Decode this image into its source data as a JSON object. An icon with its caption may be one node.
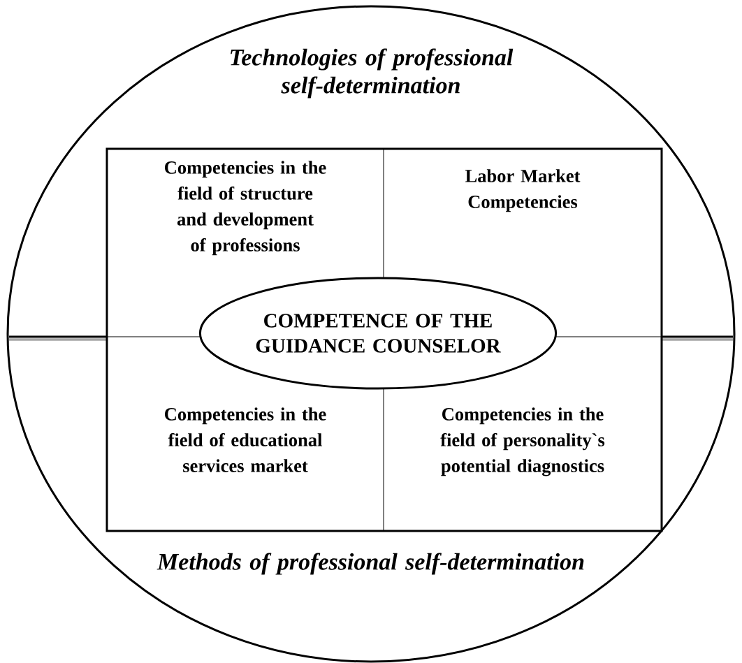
{
  "diagram": {
    "nodes": [
      {
        "text": [
          "Technologies of professional self-determination",
          "Methods of professional self-determination"
        ]
      },
      {
        "text": [
          "Competencies in the field of structure and development of professions"
        ],
        "in": 0
      },
      {
        "text": [
          "Labor Market Competencies"
        ],
        "in": 0
      },
      {
        "text": [
          "Competencies in the field of educational services market"
        ],
        "in": 0
      },
      {
        "text": [
          "Competencies in the field of personality`s potential diagnostics"
        ],
        "in": 0
      },
      {
        "text": [
          "COMPETENCE OF THE GUIDANCE COUNSELOR"
        ],
        "in": 0
      }
    ],
    "edges": []
  }
}
